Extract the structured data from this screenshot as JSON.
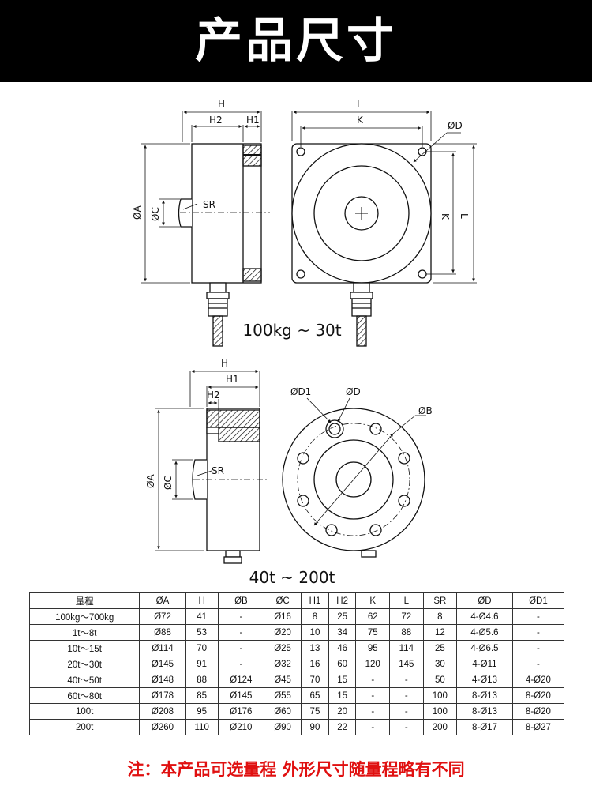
{
  "header": {
    "title": "产品尺寸"
  },
  "drawing_top": {
    "caption": "100kg ~ 30t",
    "labels": {
      "H": "H",
      "H2": "H2",
      "H1": "H1",
      "A": "ØA",
      "C": "ØC",
      "SR": "SR",
      "L_top": "L",
      "K_top": "K",
      "D": "ØD",
      "K_side": "K",
      "L_side": "L"
    }
  },
  "drawing_bottom": {
    "caption": "40t ~ 200t",
    "labels": {
      "H": "H",
      "H1": "H1",
      "H2": "H2",
      "A": "ØA",
      "C": "ØC",
      "SR": "SR",
      "D1": "ØD1",
      "D": "ØD",
      "B": "ØB"
    }
  },
  "spec_table": {
    "headers": [
      "量程",
      "ØA",
      "H",
      "ØB",
      "ØC",
      "H1",
      "H2",
      "K",
      "L",
      "SR",
      "ØD",
      "ØD1"
    ],
    "rows": [
      [
        "100kg～700kg",
        "Ø72",
        "41",
        "-",
        "Ø16",
        "8",
        "25",
        "62",
        "72",
        "8",
        "4-Ø4.6",
        "-"
      ],
      [
        "1t～8t",
        "Ø88",
        "53",
        "-",
        "Ø20",
        "10",
        "34",
        "75",
        "88",
        "12",
        "4-Ø5.6",
        "-"
      ],
      [
        "10t～15t",
        "Ø114",
        "70",
        "-",
        "Ø25",
        "13",
        "46",
        "95",
        "114",
        "25",
        "4-Ø6.5",
        "-"
      ],
      [
        "20t～30t",
        "Ø145",
        "91",
        "-",
        "Ø32",
        "16",
        "60",
        "120",
        "145",
        "30",
        "4-Ø11",
        "-"
      ],
      [
        "40t～50t",
        "Ø148",
        "88",
        "Ø124",
        "Ø45",
        "70",
        "15",
        "-",
        "-",
        "50",
        "4-Ø13",
        "4-Ø20"
      ],
      [
        "60t～80t",
        "Ø178",
        "85",
        "Ø145",
        "Ø55",
        "65",
        "15",
        "-",
        "-",
        "100",
        "8-Ø13",
        "8-Ø20"
      ],
      [
        "100t",
        "Ø208",
        "95",
        "Ø176",
        "Ø60",
        "75",
        "20",
        "-",
        "-",
        "100",
        "8-Ø13",
        "8-Ø20"
      ],
      [
        "200t",
        "Ø260",
        "110",
        "Ø210",
        "Ø90",
        "90",
        "22",
        "-",
        "-",
        "200",
        "8-Ø17",
        "8-Ø27"
      ]
    ]
  },
  "footer": {
    "note": "注：本产品可选量程 外形尺寸随量程略有不同"
  }
}
